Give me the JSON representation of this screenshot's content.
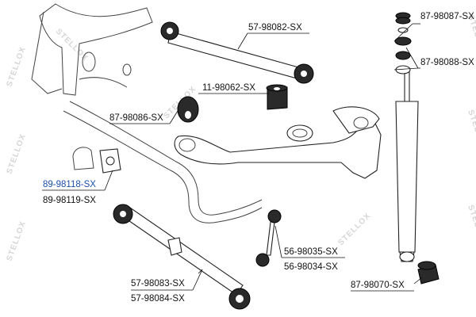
{
  "watermark": "STELLOX",
  "parts": [
    {
      "id": "57-98082-SX",
      "highlight": false
    },
    {
      "id": "87-98087-SX",
      "highlight": false
    },
    {
      "id": "87-98088-SX",
      "highlight": false
    },
    {
      "id": "11-98062-SX",
      "highlight": false
    },
    {
      "id": "87-98086-SX",
      "highlight": false
    },
    {
      "id": "89-98118-SX",
      "highlight": true
    },
    {
      "id": "89-98119-SX",
      "highlight": false
    },
    {
      "id": "56-98035-SX",
      "highlight": false
    },
    {
      "id": "56-98034-SX",
      "highlight": false
    },
    {
      "id": "57-98083-SX",
      "highlight": false
    },
    {
      "id": "57-98084-SX",
      "highlight": false
    },
    {
      "id": "87-98070-SX",
      "highlight": false
    }
  ],
  "colors": {
    "label": "#111111",
    "highlight": "#1c4fa8",
    "watermark": "#d6d6d6"
  }
}
